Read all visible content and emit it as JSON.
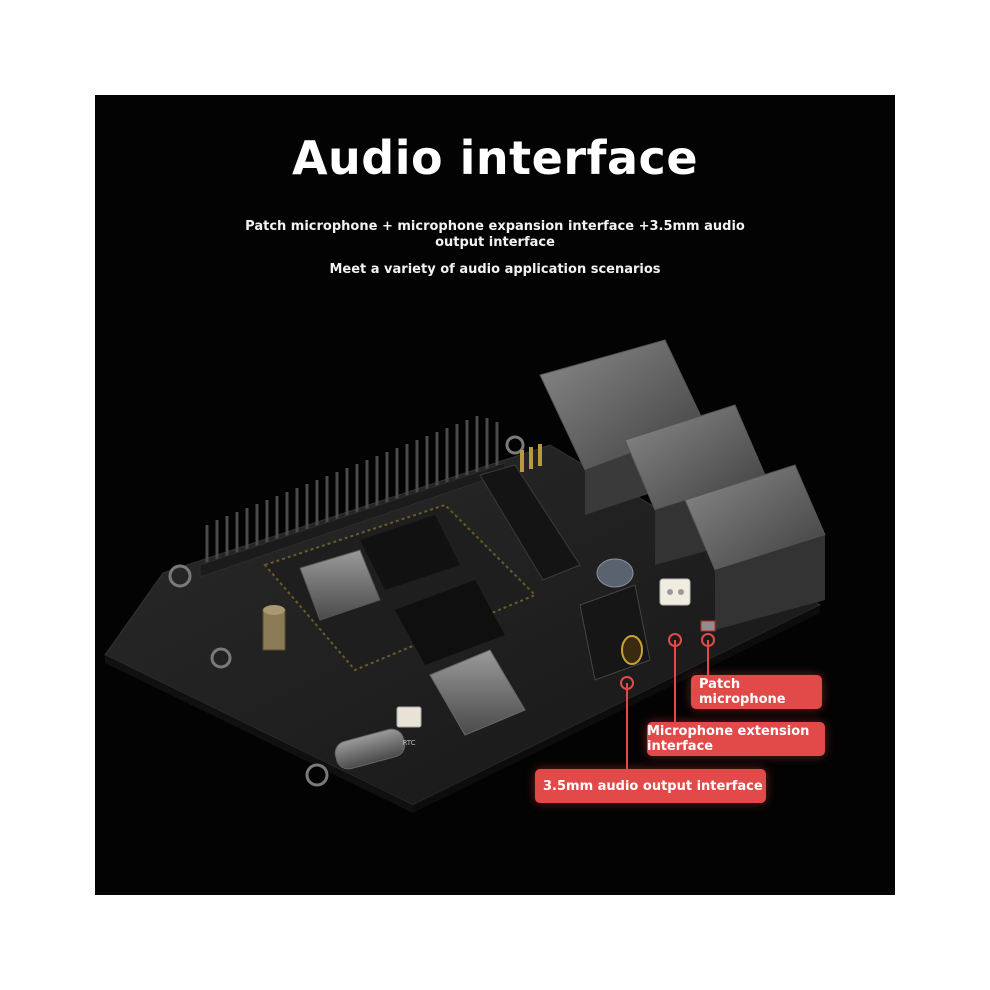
{
  "header": {
    "title": "Audio interface",
    "subtitle_line1": "Patch microphone + microphone expansion interface +3.5mm audio output interface",
    "subtitle_line2": "Meet a variety of audio application scenarios"
  },
  "callouts": {
    "patch_microphone": "Patch microphone",
    "microphone_extension": "Microphone extension interface",
    "audio_output": "3.5mm audio output interface"
  },
  "colors": {
    "background": "#030303",
    "callout": "#e24a4a",
    "text": "#ffffff"
  },
  "board": {
    "silkscreen_rtc": "RTC"
  }
}
